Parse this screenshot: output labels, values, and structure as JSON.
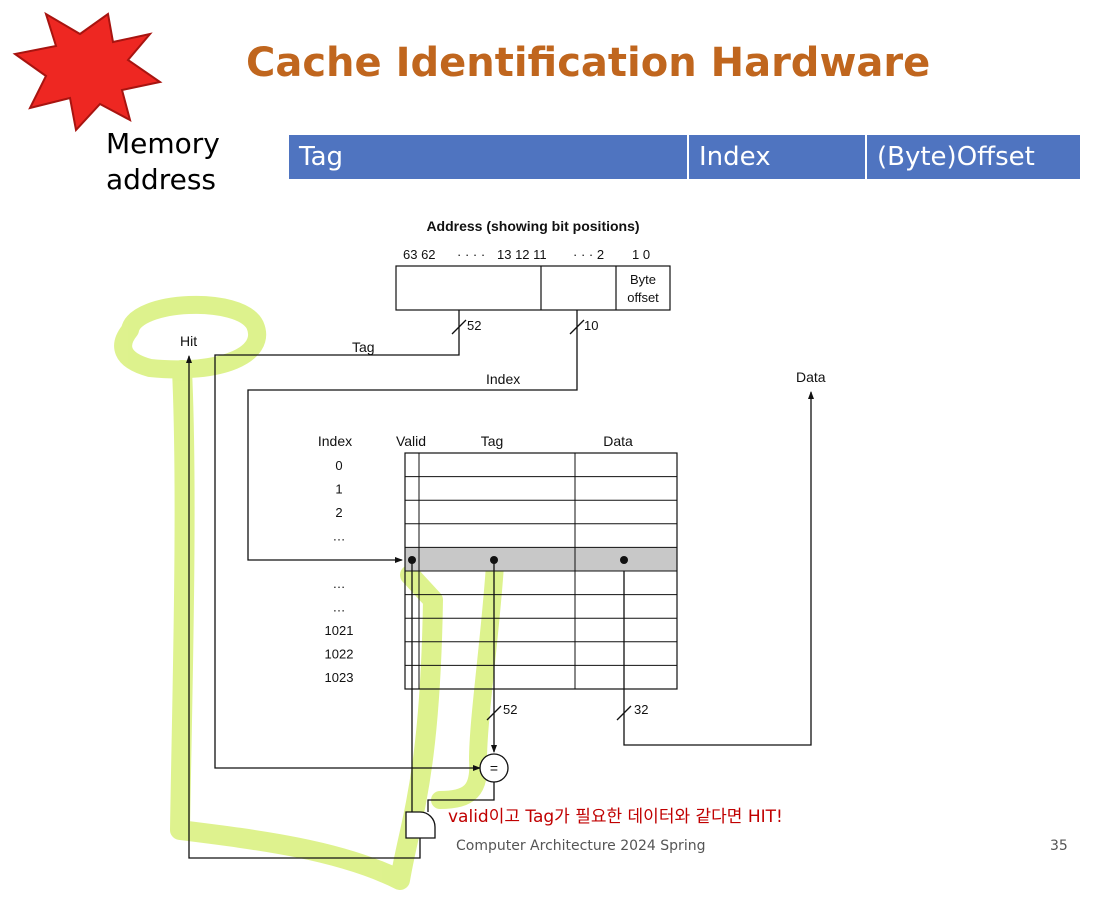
{
  "slide": {
    "title": "Cache Identification Hardware",
    "memory_label_line1": "Memory",
    "memory_label_line2": "address",
    "address_fields": {
      "tag": "Tag",
      "index": "Index",
      "offset": "(Byte)Offset"
    },
    "note": "valid이고 Tag가 필요한 데이터와 같다면 HIT!",
    "footer_course": "Computer Architecture 2024 Spring",
    "page_number": "35"
  },
  "diagram": {
    "address_title": "Address (showing bit positions)",
    "bit_labels": {
      "left": "63 62",
      "left_dots": "· · · ·",
      "middle": "13 12 11",
      "right_dots": "· · · 2",
      "right": "1 0"
    },
    "byte_offset_line1": "Byte",
    "byte_offset_line2": "offset",
    "tag_bits": "52",
    "index_bits": "10",
    "compare_tag_bits": "52",
    "data_bits": "32",
    "hit_label": "Hit",
    "tag_label": "Tag",
    "index_label": "Index",
    "data_label": "Data",
    "table_headers": {
      "index": "Index",
      "valid": "Valid",
      "tag": "Tag",
      "data": "Data"
    },
    "row_indices": [
      "0",
      "1",
      "2",
      "…",
      "",
      "…",
      "…",
      "1021",
      "1022",
      "1023"
    ],
    "comparator_symbol": "=",
    "colors": {
      "highlight": "#d8f07a",
      "selected_row": "#c8c8c8",
      "burst": "#ee2722",
      "burst_stroke": "#a81410"
    }
  }
}
